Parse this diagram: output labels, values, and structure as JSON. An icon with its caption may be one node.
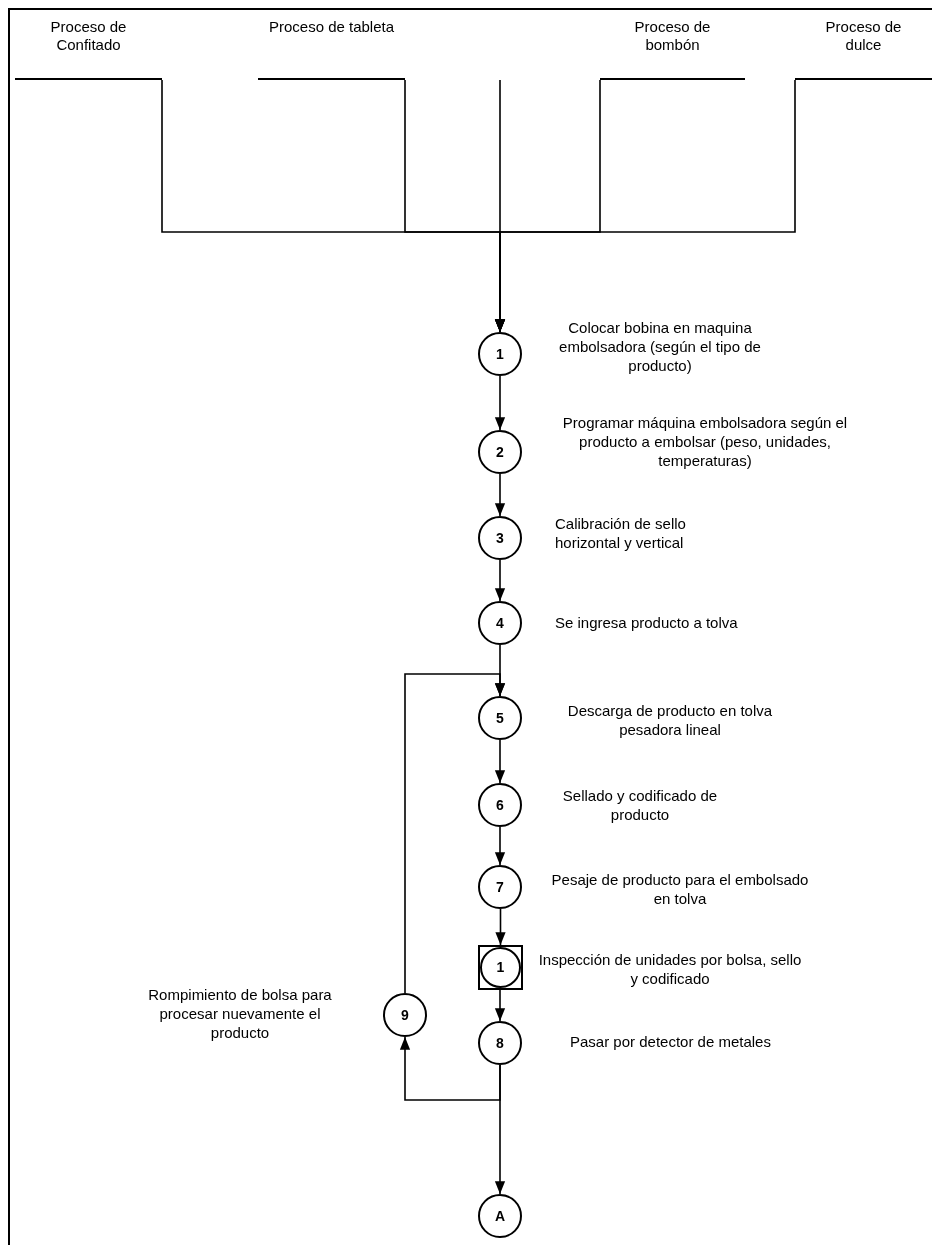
{
  "diagram": {
    "nodes": [
      {
        "text": [
          "Proceso de Confitado"
        ]
      },
      {
        "text": [
          "Proceso de tableta"
        ]
      },
      {
        "text": [
          "Proceso de bombón"
        ]
      },
      {
        "text": [
          "Proceso de dulce"
        ]
      },
      {
        "text": [
          "1"
        ],
        "beside": [
          "Colocar bobina en maquina embolsadora (según el tipo de producto)"
        ]
      },
      {
        "text": [
          "2"
        ],
        "beside": [
          "Programar máquina embolsadora según el producto a embolsar (peso, unidades, temperaturas)"
        ]
      },
      {
        "text": [
          "3"
        ],
        "beside": [
          "Calibración de sello horizontal y vertical"
        ]
      },
      {
        "text": [
          "4"
        ],
        "beside": [
          "Se ingresa producto a tolva"
        ]
      },
      {
        "text": [
          "5"
        ],
        "beside": [
          "Descarga de producto en tolva pesadora lineal"
        ]
      },
      {
        "text": [
          "6"
        ],
        "beside": [
          "Sellado y codificado de producto"
        ]
      },
      {
        "text": [
          "7"
        ],
        "beside": [
          "Pesaje de producto para el embolsado en tolva"
        ]
      },
      {
        "text": [
          "1"
        ],
        "beside": [
          "Inspección de unidades por bolsa, sello y codificado"
        ]
      },
      {
        "text": [
          "8"
        ],
        "beside": [
          "Pasar por detector de metales"
        ]
      },
      {
        "text": [
          "9"
        ],
        "beside": [
          "Rompimiento de bolsa para procesar nuevamente el producto"
        ]
      },
      {
        "text": [
          "A"
        ]
      }
    ],
    "edges": [
      {
        "from": 0,
        "to": 4,
        "arrow": "to"
      },
      {
        "from": 1,
        "to": 4,
        "arrow": "to"
      },
      {
        "from": 2,
        "to": 4,
        "arrow": "to"
      },
      {
        "from": 3,
        "to": 4,
        "arrow": "to"
      },
      {
        "from": null,
        "to": 4,
        "arrow": "to"
      },
      {
        "from": 4,
        "to": 5,
        "arrow": "to"
      },
      {
        "from": 5,
        "to": 6,
        "arrow": "to"
      },
      {
        "from": 6,
        "to": 7,
        "arrow": "to"
      },
      {
        "from": 7,
        "to": 8,
        "arrow": "to"
      },
      {
        "from": 8,
        "to": 9,
        "arrow": "to"
      },
      {
        "from": 9,
        "to": 10,
        "arrow": "to"
      },
      {
        "from": 10,
        "to": 11,
        "arrow": "to"
      },
      {
        "from": 11,
        "to": 12,
        "arrow": "to"
      },
      {
        "from": 12,
        "to": 14,
        "arrow": "to"
      },
      {
        "from": 12,
        "to": 13,
        "arrow": "to"
      },
      {
        "from": 13,
        "to": 8,
        "arrow": "to"
      }
    ]
  }
}
